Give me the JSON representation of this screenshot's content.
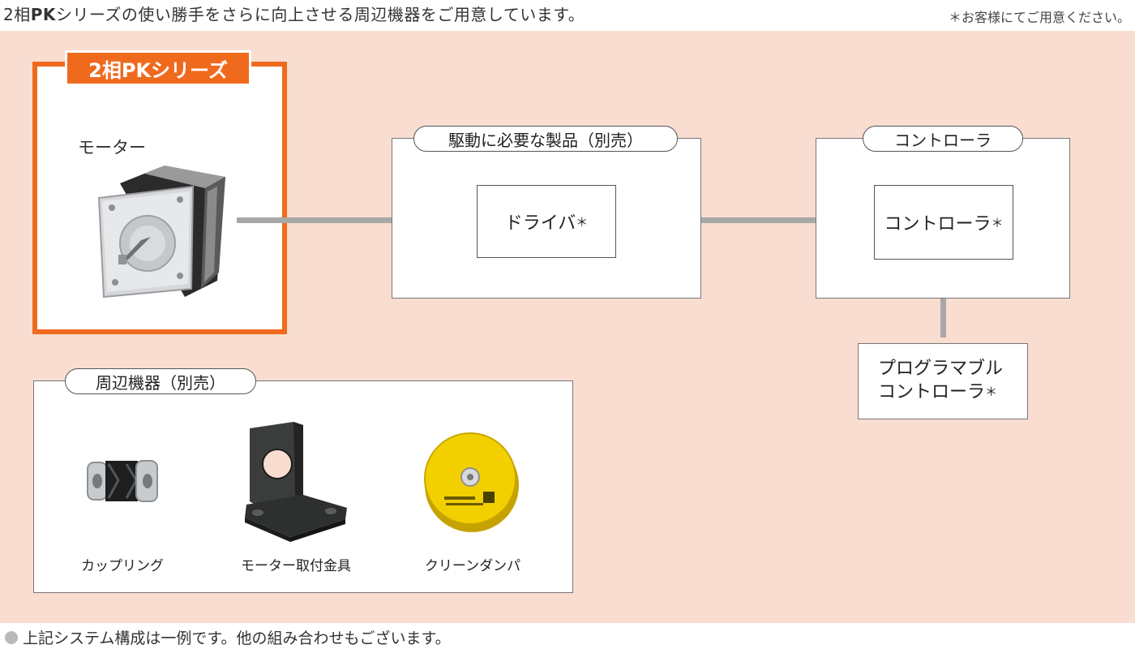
{
  "header": {
    "intro_prefix": "2相",
    "intro_bold": "PK",
    "intro_rest": "シリーズの使い勝手をさらに向上させる周辺機器をご用意しています。",
    "note": "＊お客様にてご用意ください。"
  },
  "motor_group": {
    "tab_label": "2相PKシリーズ",
    "motor_label": "モーター"
  },
  "driver_group": {
    "title": "駆動に必要な製品（別売）",
    "item": "ドライバ",
    "asterisk": "＊"
  },
  "controller_group": {
    "title": "コントローラ",
    "item": "コントローラ",
    "asterisk": "＊"
  },
  "programmable": {
    "line1": "プログラマブル",
    "line2": "コントローラ",
    "asterisk": "＊"
  },
  "accessories": {
    "title": "周辺機器（別売）",
    "items": [
      {
        "label": "カップリング"
      },
      {
        "label": "モーター取付金具"
      },
      {
        "label": "クリーンダンパ"
      }
    ]
  },
  "footer": {
    "note": "上記システム構成は一例です。他の組み合わせもございます。"
  },
  "colors": {
    "accent": "#f06a1e",
    "panel_bg": "#f8ddd0",
    "connector": "#a8a8a8"
  }
}
